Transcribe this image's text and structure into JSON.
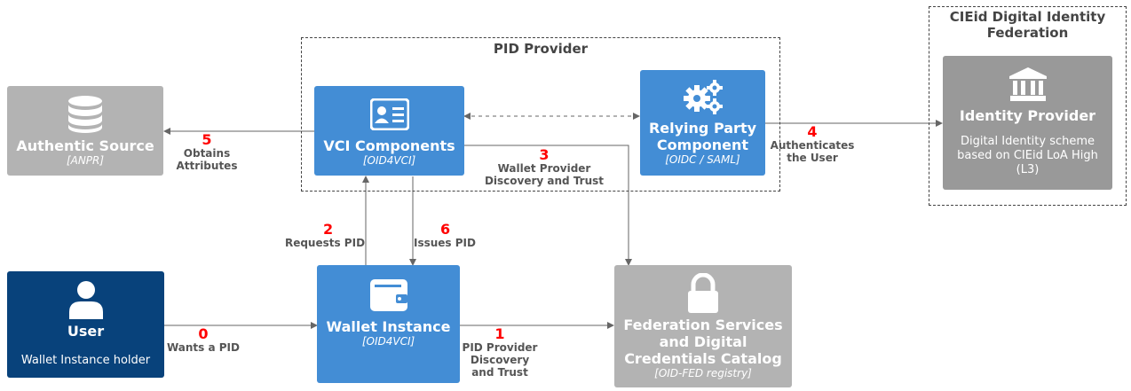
{
  "boundaries": {
    "pid_provider": {
      "title": "PID Provider"
    },
    "cieid": {
      "title": "CIEid Digital Identity Federation"
    }
  },
  "nodes": {
    "authentic_source": {
      "title": "Authentic Source",
      "tech": "[ANPR]",
      "icon": "database-icon",
      "color": "#b3b3b3"
    },
    "vci": {
      "title": "VCI Components",
      "tech": "[OID4VCI]",
      "icon": "id-card-icon",
      "color": "#438dd5"
    },
    "relying_party": {
      "title": "Relying Party Component",
      "tech": "[OIDC / SAML]",
      "icon": "gears-icon",
      "color": "#438dd5"
    },
    "identity_provider": {
      "title": "Identity Provider",
      "description": "Digital Identity scheme based on CIEid LoA High (L3)",
      "icon": "bank-icon",
      "color": "#999999"
    },
    "user": {
      "title": "User",
      "description": "Wallet Instance holder",
      "icon": "person-icon",
      "color": "#08427b"
    },
    "wallet": {
      "title": "Wallet Instance",
      "tech": "[OID4VCI]",
      "icon": "wallet-icon",
      "color": "#438dd5"
    },
    "federation": {
      "title": "Federation Services and Digital Credentials Catalog",
      "tech": "[OID-FED registry]",
      "icon": "lock-icon",
      "color": "#b3b3b3"
    }
  },
  "relations": [
    {
      "id": "r0",
      "number": "0",
      "label": "Wants a PID"
    },
    {
      "id": "r1",
      "number": "1",
      "label": "PID Provider Discovery and Trust"
    },
    {
      "id": "r2",
      "number": "2",
      "label": "Requests PID"
    },
    {
      "id": "r3",
      "number": "3",
      "label": "Wallet Provider Discovery and Trust"
    },
    {
      "id": "r4",
      "number": "4",
      "label": "Authenticates the User"
    },
    {
      "id": "r5",
      "number": "5",
      "label": "Obtains Attributes"
    },
    {
      "id": "r6",
      "number": "6",
      "label": "Issues PID"
    }
  ],
  "colors": {
    "line": "#666666",
    "number": "#ff0000",
    "label": "#555555"
  }
}
